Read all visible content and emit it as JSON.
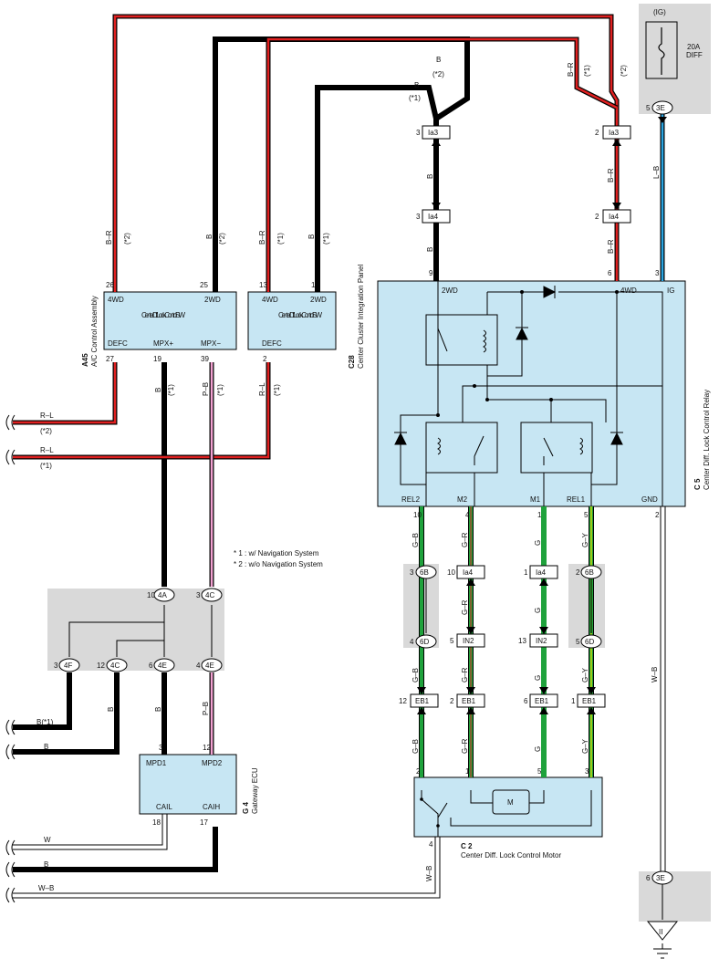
{
  "notes": [
    "* 1 : w/ Navigation System",
    "* 2 : w/o Navigation System"
  ],
  "fuse": {
    "ig": "(IG)",
    "amp": "20A",
    "name": "DIFF"
  },
  "components": {
    "a45": {
      "code": "A45",
      "name": "A/C Control Assembly",
      "title": "Center Diff. Lock Control SW",
      "t1": "4WD",
      "t2": "2WD",
      "b1": "DEFC",
      "b2": "MPX+",
      "b3": "MPX−"
    },
    "c28": {
      "code": "C28",
      "name": "Center Cluster Integration Panel",
      "title": "Center Diff. Lock Control SW",
      "t1": "4WD",
      "t2": "2WD",
      "b1": "DEFC"
    },
    "c5": {
      "code": "C 5",
      "name": "Center Diff. Lock Control Relay",
      "t1": "2WD",
      "t2": "4WD",
      "t3": "IG",
      "b1": "REL2",
      "b2": "M2",
      "b3": "M1",
      "b4": "REL1",
      "b5": "GND"
    },
    "g4": {
      "code": "G 4",
      "name": "Gateway ECU",
      "t1": "MPD1",
      "t2": "MPD2",
      "b1": "CAIL",
      "b2": "CAIH"
    },
    "c2": {
      "code": "C 2",
      "name": "Center Diff. Lock Control Motor",
      "motor": "M"
    }
  },
  "connectors": {
    "ia3": "Ia3",
    "ia4": "Ia4",
    "e3": "3E",
    "a4": "4A",
    "c4": "4C",
    "f4": "4F",
    "e4": "4E",
    "b6": "6B",
    "d6": "6D",
    "in2": "IN2",
    "eb1": "EB1"
  },
  "wires": {
    "br": "B–R",
    "b": "B",
    "lb": "L–B",
    "rl": "R–L",
    "pb": "P–B",
    "gb": "G–B",
    "gr": "G–R",
    "g": "G",
    "gy": "G–Y",
    "wb": "W–B",
    "w": "W",
    "n1": "(*1)",
    "n2": "(*2)",
    "bn1": "B(*1)"
  },
  "pins": {
    "p1": "1",
    "p2": "2",
    "p3": "3",
    "p4": "4",
    "p5": "5",
    "p6": "6",
    "p9": "9",
    "p10": "10",
    "p12": "12",
    "p13": "13",
    "p17": "17",
    "p18": "18",
    "p19": "19",
    "p25": "25",
    "p26": "26",
    "p27": "27",
    "p39": "39"
  }
}
